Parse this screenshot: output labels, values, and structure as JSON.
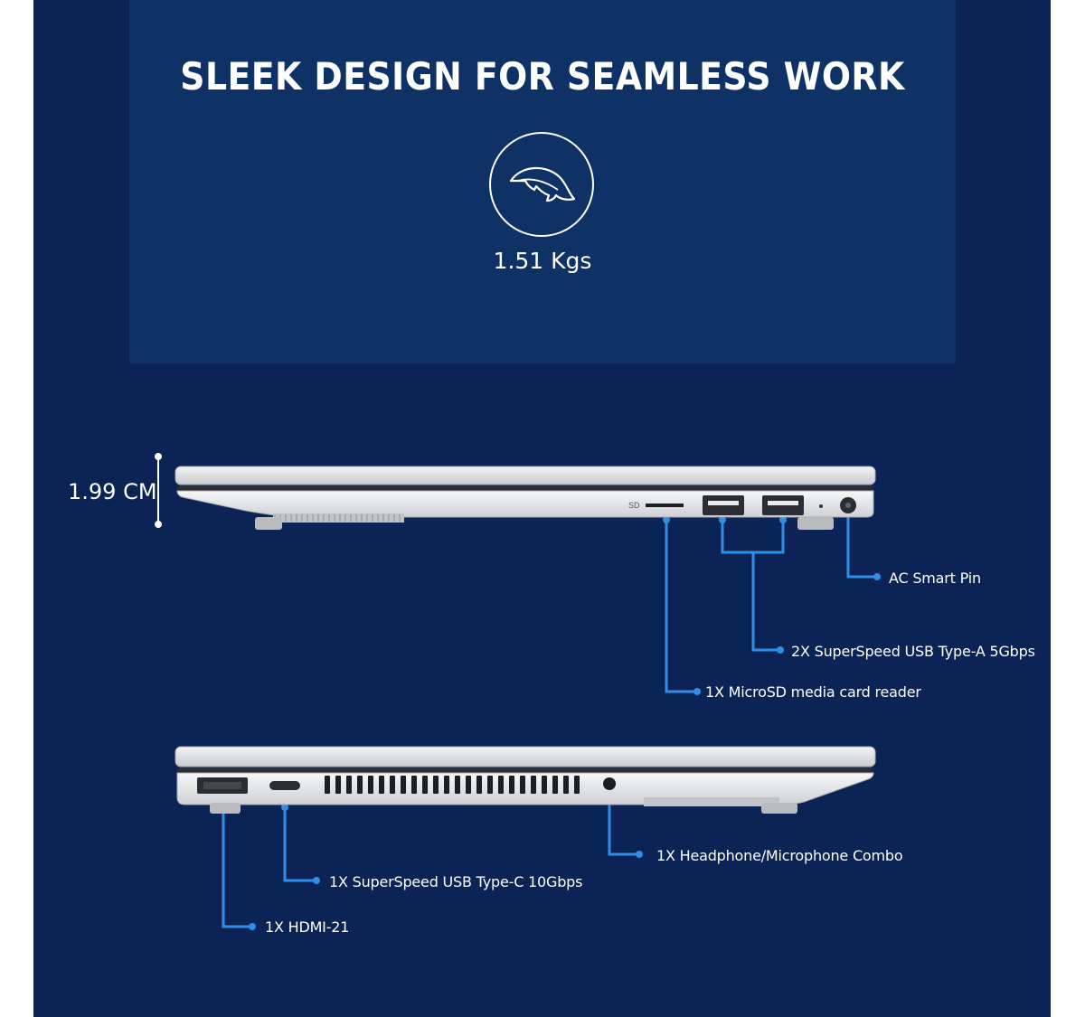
{
  "headline": "SLEEK DESIGN FOR SEAMLESS WORK",
  "weight": {
    "value": "1.51 Kgs",
    "icon": "feather-icon"
  },
  "thickness": {
    "value": "1.99 CM"
  },
  "right_side_ports": {
    "sd_slot_label": "SD",
    "items": [
      {
        "label": "AC Smart Pin"
      },
      {
        "label": "2X SuperSpeed USB Type-A 5Gbps"
      },
      {
        "label": "1X MicroSD media card reader"
      }
    ]
  },
  "left_side_ports": {
    "items": [
      {
        "label": "1X Headphone/Microphone Combo"
      },
      {
        "label": "1X SuperSpeed USB Type-C 10Gbps"
      },
      {
        "label": "1X HDMI-21"
      }
    ]
  },
  "colors": {
    "background": "#0b2355",
    "panel": "#0f3266",
    "leader_line": "#2f8fe8",
    "text": "#ffffff",
    "laptop_silver": "#d9dbdd"
  }
}
